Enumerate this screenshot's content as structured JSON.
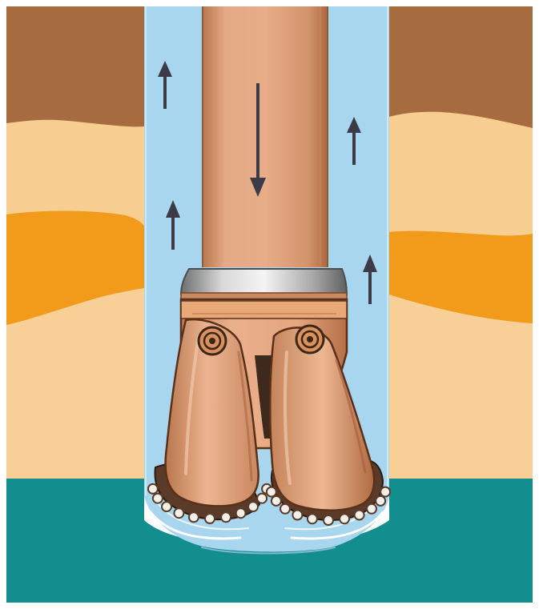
{
  "diagram": {
    "elements": [
      "rock-strata",
      "borehole-annulus",
      "drill-pipe",
      "drill-collar-ring",
      "drill-bit-body",
      "roller-cone-left",
      "roller-cone-right",
      "cone-bearing-left",
      "cone-bearing-right",
      "cutter-teeth",
      "mud-jets",
      "mud-flow-down-arrow",
      "mud-return-up-arrows"
    ],
    "flow": {
      "inside_pipe": "down",
      "annulus": "up",
      "up_arrow_count": 4,
      "down_arrow_count": 1
    }
  },
  "colors": {
    "frame": "#ffffff",
    "rock_dark_brown": "#a66c3f",
    "rock_light_sand": "#f8cd91",
    "rock_orange": "#f29a1a",
    "rock_sand_lower": "#f9cf98",
    "rock_teal": "#138e8e",
    "annulus_fluid": "#a9d6ef",
    "pipe_copper": "#e0a07c",
    "pipe_shadow": "#b8774f",
    "collar_steel": "#8f9090",
    "bit_copper": "#e3a682",
    "bit_outline": "#5a3018",
    "teeth_dark": "#5a3a28",
    "arrow_dark": "#3c3a46"
  }
}
